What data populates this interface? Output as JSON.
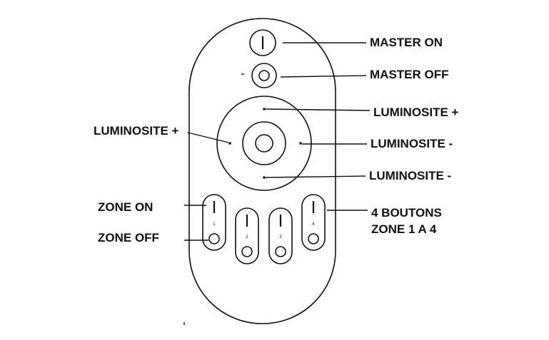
{
  "labels": {
    "master_on": "MASTER ON",
    "master_off": "MASTER OFF",
    "lum_top": "LUMINOSITE +",
    "lum_left": "LUMINOSITE +",
    "lum_right": "LUMINOSITE  -",
    "lum_bottom": "LUMINOSITE  -",
    "zone_on": "ZONE ON",
    "zone_off": "ZONE OFF",
    "zones_line1": "4 BOUTONS",
    "zones_line2": "ZONE 1 A 4"
  },
  "zones": [
    {
      "number": "1"
    },
    {
      "number": "2"
    },
    {
      "number": "3"
    },
    {
      "number": "4"
    }
  ],
  "colors": {
    "ink": "#111111",
    "background": "#ffffff"
  },
  "icons": {
    "on_symbol": "power-on-bar-icon",
    "off_symbol": "power-off-ring-icon"
  }
}
